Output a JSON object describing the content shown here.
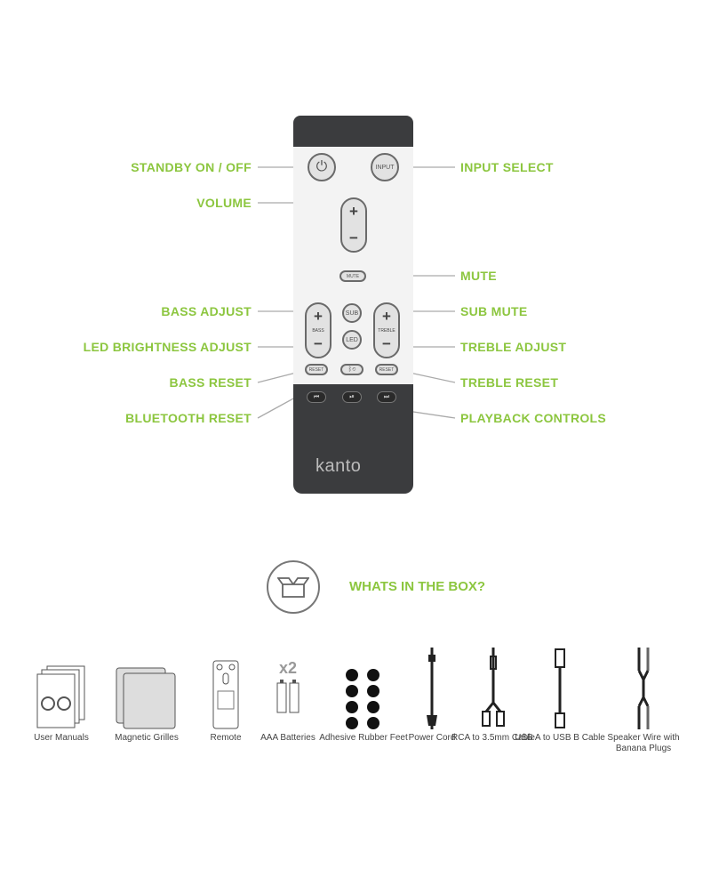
{
  "accent_color": "#8cc63f",
  "labels_left": [
    "STANDBY ON / OFF",
    "VOLUME",
    "BASS ADJUST",
    "LED BRIGHTNESS ADJUST",
    "BASS RESET",
    "BLUETOOTH RESET"
  ],
  "labels_right": [
    "INPUT SELECT",
    "MUTE",
    "SUB MUTE",
    "TREBLE ADJUST",
    "TREBLE RESET",
    "PLAYBACK CONTROLS"
  ],
  "remote": {
    "power": "⏻",
    "input": "INPUT",
    "plus": "+",
    "minus": "−",
    "mute": "MUTE",
    "bass": "BASS",
    "treble": "TREBLE",
    "sub": "SUB",
    "led": "LED",
    "reset": "RESET",
    "bt": "ᛒ⟲",
    "prev": "⏮",
    "play": "⏯",
    "next": "⏭",
    "logo": "kanto"
  },
  "box": {
    "title": "WHATS IN THE BOX?",
    "x2": "x2",
    "items": [
      "User Manuals",
      "Magnetic Grilles",
      "Remote",
      "AAA Batteries",
      "Adhesive Rubber Feet",
      "Power Cord",
      "RCA to 3.5mm Cable",
      "USB A to USB B Cable",
      "Speaker Wire with Banana Plugs"
    ]
  }
}
